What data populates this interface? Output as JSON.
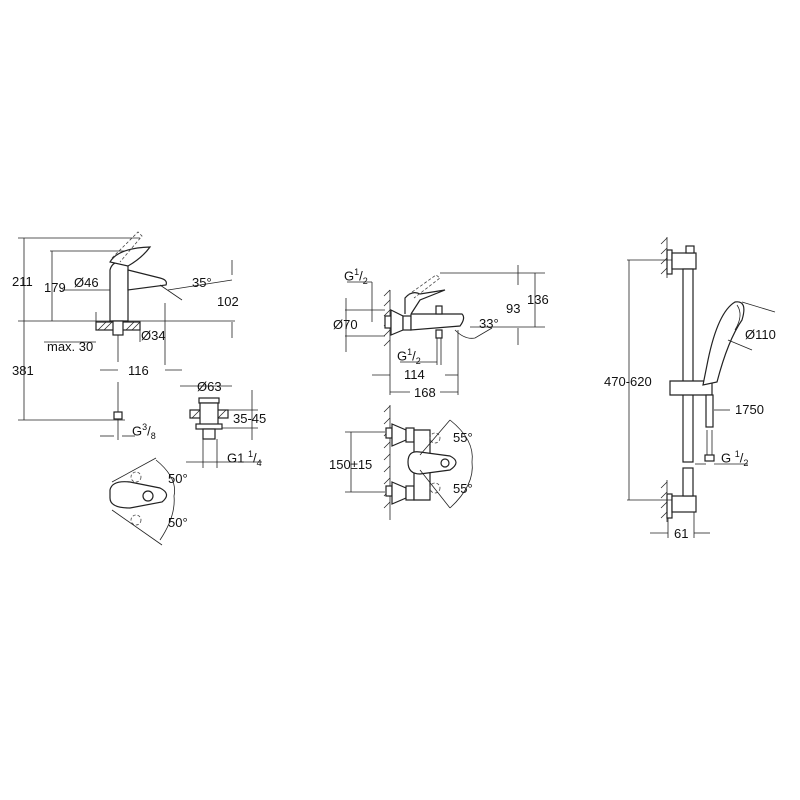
{
  "basin_mixer": {
    "height_total": "211",
    "height_spout": "179",
    "body_diameter": "Ø46",
    "spout_angle": "35°",
    "spout_height": "102",
    "shank_diameter": "Ø34",
    "counter_thickness": "max. 30",
    "hose_length": "381",
    "spout_projection": "116",
    "hose_thread": {
      "main": "G",
      "num": "3",
      "den": "8"
    },
    "handle_angle_top": "50°",
    "handle_angle_bottom": "50°"
  },
  "waste": {
    "diameter": "Ø63",
    "thickness": "35-45",
    "thread": {
      "main": "G1",
      "num": "1",
      "den": "4"
    }
  },
  "bath_mixer": {
    "inlet_thread": {
      "main": "G",
      "num": "1",
      "den": "2"
    },
    "escutcheon_diameter": "Ø70",
    "height_93": "93",
    "height_136": "136",
    "spout_angle": "33°",
    "outlet_thread": {
      "main": "G",
      "num": "1",
      "den": "2"
    },
    "projection_114": "114",
    "projection_168": "168",
    "centres": "150±15",
    "handle_angle_top": "55°",
    "handle_angle_bottom": "55°"
  },
  "shower_set": {
    "rail_range": "470-620",
    "head_diameter": "Ø110",
    "hose_length": "1750",
    "hose_thread": {
      "main": "G",
      "num": "1",
      "den": "2"
    },
    "wall_distance": "61"
  }
}
